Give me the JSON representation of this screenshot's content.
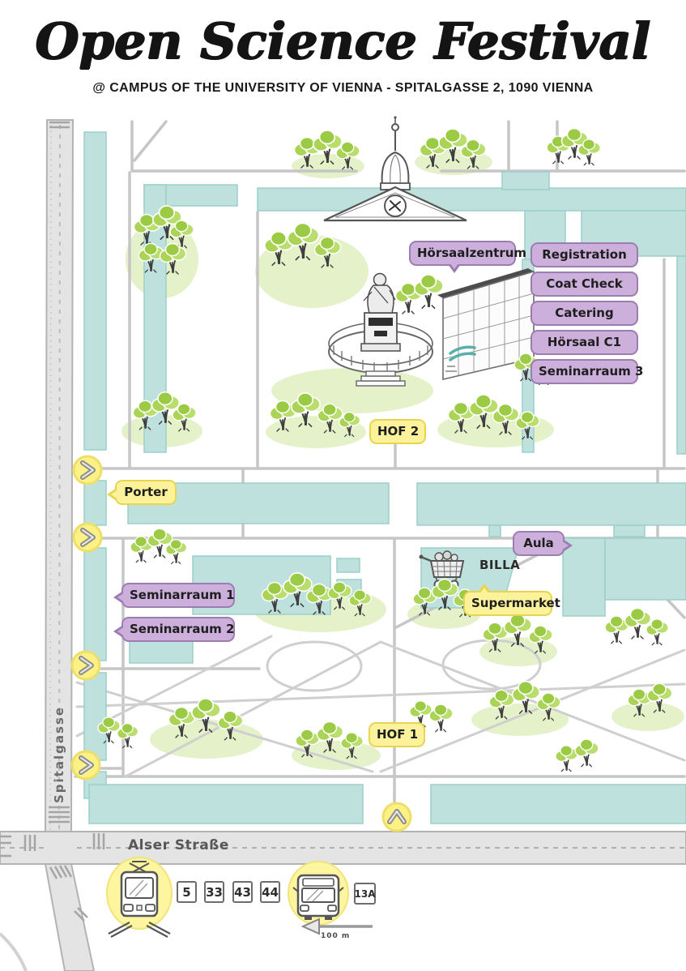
{
  "header": {
    "title": "Open Science Festival",
    "subtitle": "@ CAMPUS OF THE UNIVERSITY OF VIENNA - SPITALGASSE 2, 1090 VIENNA"
  },
  "map": {
    "streets": {
      "spitalgasse": "Spitalgasse",
      "alser_strasse": "Alser Straße"
    },
    "venues": {
      "hoersaalzentrum": "Hörsaalzentrum",
      "registration": "Registration",
      "coat_check": "Coat Check",
      "catering": "Catering",
      "hoersaal_c1": "Hörsaal C1",
      "seminarraum_3": "Seminarraum 3",
      "aula": "Aula",
      "seminarraum_1": "Seminarraum 1",
      "seminarraum_2": "Seminarraum 2"
    },
    "places": {
      "hof_2": "HOF 2",
      "hof_1": "HOF 1",
      "porter": "Porter",
      "supermarket": "Supermarket",
      "billa": "BILLA"
    },
    "icons": {
      "entrance_arrows": "chevron-entrance-icon",
      "supermarket_cart": "shopping-cart-icon",
      "dome_building": "university-dome-icon",
      "statue": "statue-icon",
      "glass_building": "lecture-center-icon"
    }
  },
  "legend": {
    "tram_icon": "tram-icon",
    "bus_icon": "bus-icon",
    "tram_routes": [
      "5",
      "33",
      "43",
      "44"
    ],
    "bus_routes": [
      "13A"
    ],
    "scale_label": "100 m"
  },
  "colors": {
    "building_fill": "#bfe1dd",
    "tree_green": "#a9d351",
    "label_purple": "#ccafdb",
    "label_yellow": "#fbf29b",
    "street_gray": "#e4e4e4"
  }
}
